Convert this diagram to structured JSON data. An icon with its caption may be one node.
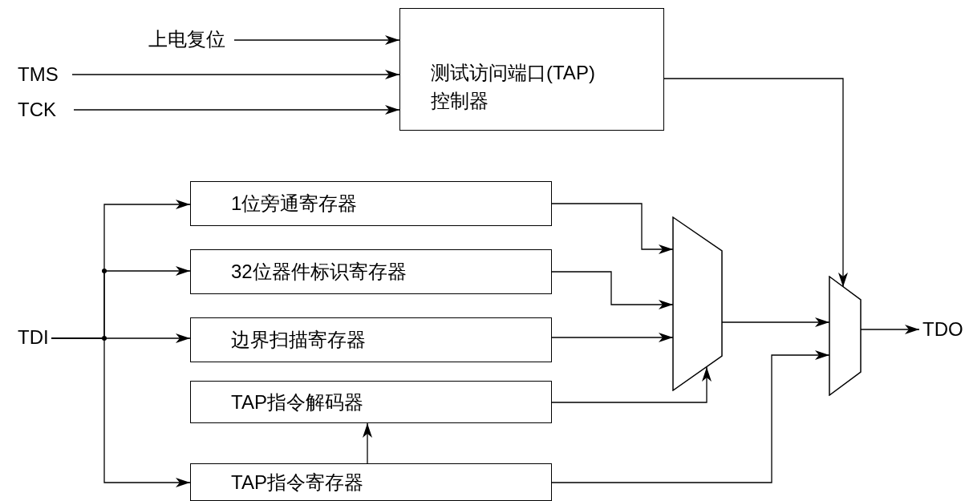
{
  "diagram": {
    "nodes": [
      {
        "text": [
          "上电复位"
        ]
      },
      {
        "text": [
          "TMS"
        ]
      },
      {
        "text": [
          "TCK"
        ]
      },
      {
        "text": [
          "测试访问端口(TAP)控制器"
        ]
      },
      {
        "text": [
          "TDI"
        ]
      },
      {
        "text": [
          "1位旁通寄存器"
        ]
      },
      {
        "text": [
          "32位器件标识寄存器"
        ]
      },
      {
        "text": [
          "边界扫描寄存器"
        ]
      },
      {
        "text": [
          "TAP指令解码器"
        ]
      },
      {
        "text": [
          "TAP指令寄存器"
        ]
      },
      {
        "text": [],
        "shape": "trapezoid"
      },
      {
        "text": [],
        "shape": "trapezoid"
      },
      {
        "text": [
          "TDO"
        ]
      }
    ],
    "edges": [
      {
        "from": 0,
        "to": 3,
        "arrow": "to"
      },
      {
        "from": 1,
        "to": 3,
        "arrow": "to"
      },
      {
        "from": 2,
        "to": 3,
        "arrow": "to"
      },
      {
        "from": 3,
        "to": 11,
        "arrow": "to"
      },
      {
        "from": 4,
        "to": 5,
        "arrow": "to"
      },
      {
        "from": 4,
        "to": 6,
        "arrow": "to"
      },
      {
        "from": 4,
        "to": 7,
        "arrow": "to"
      },
      {
        "from": 4,
        "to": 9,
        "arrow": "to"
      },
      {
        "from": 5,
        "to": 10,
        "arrow": "to"
      },
      {
        "from": 6,
        "to": 10,
        "arrow": "to"
      },
      {
        "from": 7,
        "to": 10,
        "arrow": "to"
      },
      {
        "from": 8,
        "to": 10,
        "arrow": "to"
      },
      {
        "from": 9,
        "to": 8,
        "arrow": "to"
      },
      {
        "from": 10,
        "to": 11,
        "arrow": "to"
      },
      {
        "from": 9,
        "to": 11,
        "arrow": "to"
      },
      {
        "from": 11,
        "to": 12,
        "arrow": "to"
      }
    ]
  }
}
